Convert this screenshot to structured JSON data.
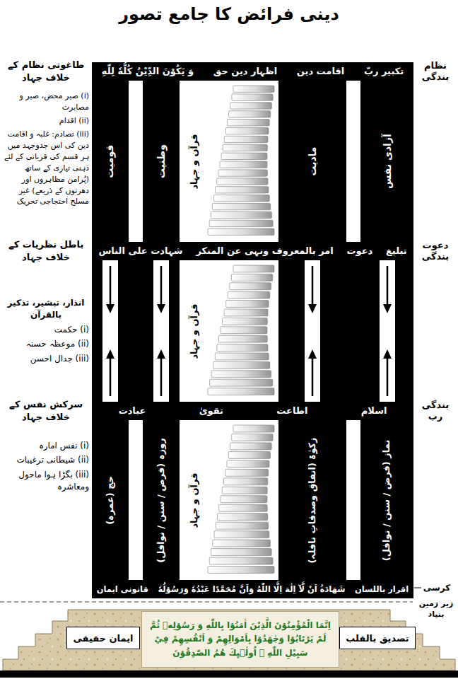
{
  "diagram": {
    "title": "دینی فرائض کا جامع تصور",
    "nodes": [
      {
        "text": [
          "نظام بندگی",
          "تکبیر ربّ",
          "اقامت دین",
          "اظہار دین حق",
          "وَ يَكُوْنَ الدِّيْنُ كُلُّهٗ لِلّٰهِ"
        ]
      },
      {
        "text": [
          "آزادی نفس"
        ]
      },
      {
        "text": [
          "مادیت"
        ]
      },
      {
        "text": [
          "وطنیت"
        ]
      },
      {
        "text": [
          "قومیت"
        ]
      },
      {
        "text": [
          "دعوت بندگی",
          "تبلیغ",
          "دعوت",
          "امر بالمعروف ونہی عن المنکر",
          "شہادت علی الناس"
        ]
      },
      {
        "text": [
          "بندگی رب",
          "اسلام",
          "اطاعت",
          "تقویٰ",
          "عبادت"
        ]
      },
      {
        "text": [
          "نماز (فرض / سنن / نوافل)"
        ]
      },
      {
        "text": [
          "زکوٰۃ (انفاق وصدقاتِ نافلہ)"
        ]
      },
      {
        "text": [
          "روزہ (فرض / سنن / نوافل)"
        ]
      },
      {
        "text": [
          "حج (عمرہ)"
        ]
      },
      {
        "text": [
          "اقرار باللسان",
          "شَهَادَةُ اَنْ لَّآ اِلٰهَ اِلَّا اللّٰهُ وَاَنَّ مُحَمَّدًا عَبْدُهٗ وَرَسُوْلُهٗ",
          "قانونی ایمان"
        ]
      },
      {
        "text": [
          "تصدیق بالقلب"
        ]
      },
      {
        "text": [
          "اِنَّمَا الْمُؤْمِنُوْنَ الَّذِيْنَ اٰمَنُوْا بِاللّٰهِ وَ رَسُوْلِهٖ ثُمَّ لَمْ يَرْتَابُوْا وَجٰهَدُوْا بِاَمْوَالِهِمْ وَ اَنْفُسِهِمْ فِيْ سَبِيْلِ اللّٰهِ ۭ اُولٰۗىِٕكَ هُمُ الصّٰدِقُوْنَ"
        ]
      },
      {
        "text": [
          "ایمان حقیقی"
        ]
      }
    ],
    "labels": [
      "طاغوتی نظام کے خلاف جہاد",
      "(i) صبر محض، صبر و مصابرت",
      "(ii) اقدام",
      "(iii) تصادم: غلبہ و اقامت دین کی اس جدوجہد میں ہر قسم کی قربانی کے لئے ذہنی تیاری کے ساتھ (پُرامن مظاہروں اور دھرنوں کے ذریعے) غیر مسلح احتجاجی تحریک",
      "باطل نظریات کے خلاف جہاد",
      "انذار، تبشیر، تذکیر بالقرآن",
      "(i) حکمت",
      "(ii) موعظہ حسنہ",
      "(iii) جدال احسن",
      "سرکش نفس کے خلاف جہاد",
      "(i) نفس امارہ",
      "(ii) شیطانی ترغیبات",
      "(iii) بگڑا ہوا ماحول ومعاشرہ",
      "قرآن و جہاد",
      "قرآن و جہاد",
      "قرآن و جہاد",
      "کرسی",
      "زیر زمین بنیاد"
    ]
  }
}
